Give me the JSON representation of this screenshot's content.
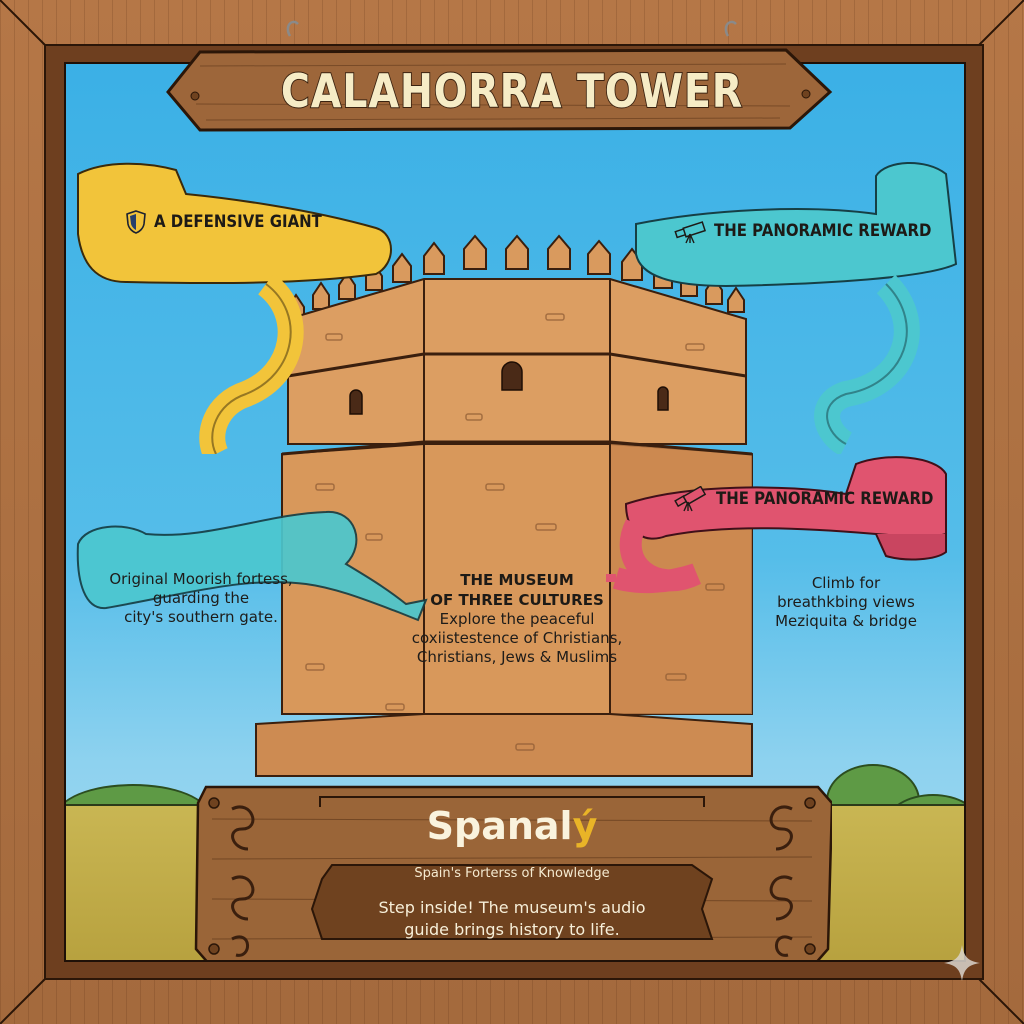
{
  "poster": {
    "title": "CALAHORRA TOWER",
    "banners": [
      {
        "id": "defensive",
        "label": "A DEFENSIVE GIANT",
        "icon": "shield-icon",
        "color": "#f2c43a"
      },
      {
        "id": "panoramic-top",
        "label": "THE PANORAMIC REWARD",
        "icon": "telescope-icon",
        "color": "#4cc7cf"
      },
      {
        "id": "panoramic-mid",
        "label": "THE PANORAMIC REWARD",
        "icon": "telescope-icon",
        "color": "#e0546f"
      }
    ],
    "left_note": {
      "line1": "Original Moorish fortess,",
      "line2": "guarding the",
      "line3": "city's southern gate."
    },
    "center_note": {
      "heading1": "THE MUSEUM",
      "heading2": "OF THREE CULTURES",
      "line1": "Explore the peaceful",
      "line2": "coxiistestence of Christians,",
      "line3": "Christians, Jews & Muslims"
    },
    "right_note": {
      "line1": "Climb for",
      "line2": "breathkbing views",
      "line3": "Meziquita & bridge"
    },
    "footer": {
      "brand_main": "Spanal",
      "brand_accent": "ý",
      "tagline": "Spain's Forterss of Knowledge",
      "cta_line1": "Step inside! The museum's audio",
      "cta_line2": "guide brings history to life."
    }
  },
  "colors": {
    "sky": "#3bb0e6",
    "wood": "#a86c3f",
    "wood_dark": "#6e3f1f",
    "tower": "#d99a5e",
    "ribbon_yellow": "#f2c43a",
    "ribbon_teal": "#4cc7cf",
    "ribbon_pink": "#e0546f",
    "grass": "#c9b653",
    "title_text": "#f6ecc6",
    "brand_accent": "#e9b427"
  }
}
